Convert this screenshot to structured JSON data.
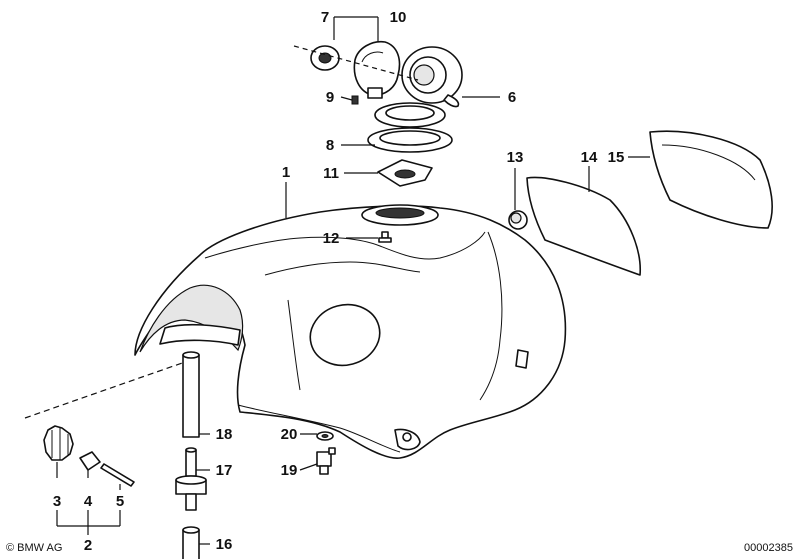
{
  "callouts": {
    "p1": "1",
    "p2": "2",
    "p3": "3",
    "p4": "4",
    "p5": "5",
    "p6": "6",
    "p7": "7",
    "p8": "8",
    "p9": "9",
    "p10": "10",
    "p11": "11",
    "p12": "12",
    "p13": "13",
    "p14": "14",
    "p15": "15",
    "p16": "16",
    "p17": "17",
    "p18": "18",
    "p19": "19",
    "p20": "20"
  },
  "footer": {
    "copyright": "© BMW AG",
    "diagram_number": "00002385"
  }
}
